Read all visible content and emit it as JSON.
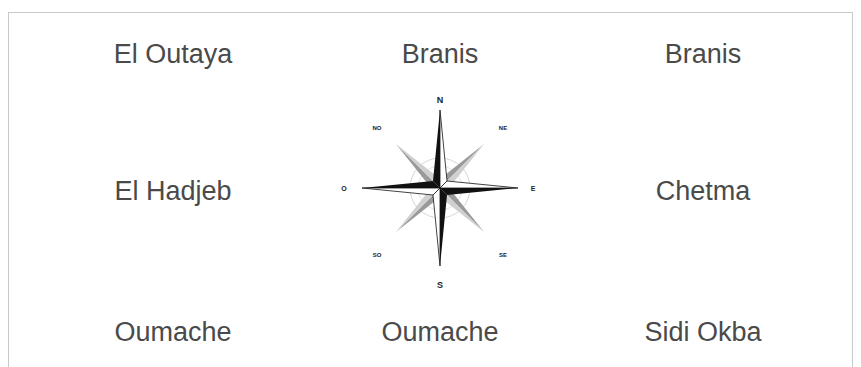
{
  "diagram": {
    "labels": [
      "El Outaya",
      "Branis",
      "Branis",
      "N",
      "NO",
      "NE",
      "El Hadjeb",
      "O",
      "E",
      "Chetma",
      "SO",
      "SE",
      "S",
      "Oumache",
      "Oumache",
      "Sidi Okba"
    ]
  }
}
